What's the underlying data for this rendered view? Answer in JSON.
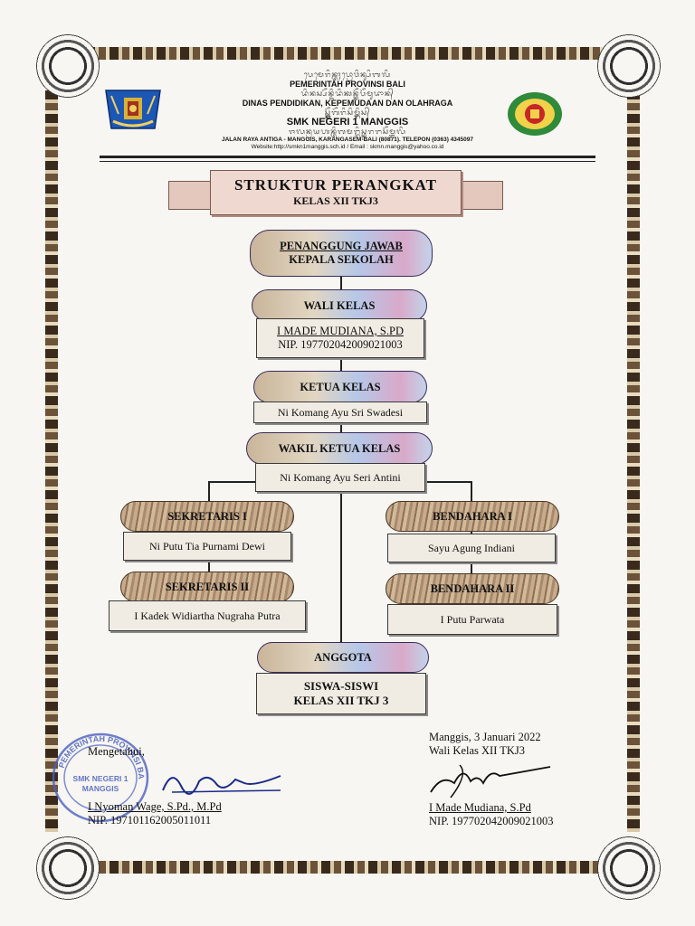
{
  "header": {
    "script_line_1": "ᬧᬾᬫᬾᬭᬶᬦ᭄ᬢᬄᬧ᭄ᬭᭀᬯᬶᬦ᭄ᬲᬶᬩᬮᬶ",
    "government": "PEMERINTAH PROVINSI BALI",
    "script_line_2": "ᬤᬶᬦᬲ᭄ᬧᭂᬦ᭄ᬤᬶᬤᬶᬓᬦ᭄ᬓᭂᬧᭂᬫᬸᬤᬵᬦ᭄",
    "department": "DINAS  PENDIDIKAN, KEPEMUDAAN DAN OLAHRAGA",
    "script_line_3": "ᬲ᭄ᬫ᭄ᬓ᭄ᬦᭂᬕᭂᬭᬶᬲᬶᬫ᭄ᬗ᭄ᬕᬶᬲ᭄",
    "school": "SMK NEGERI 1 MANGGIS",
    "script_line_4": "ᬚᬮᬦ᭄ᬭᬬᬳᬦ᭄ᬢᬶᬕᬫᬗ᭄ᬕᬶᬲ᭄ᬓᬭᬗᬲᭂᬫ᭄ᬩᬮᬶ",
    "address": "JALAN RAYA ANTIGA - MANGGIS, KARANGASEM-BALI (80871). TELEPON (0363) 4345097",
    "contact": "Website:http://smkn1manggis.sch.id / Email : skmn.manggis@yahoo.co.id"
  },
  "banner": {
    "title": "STRUKTUR PERANGKAT",
    "subtitle": "KELAS XII TKJ3"
  },
  "org": {
    "penanggung_line1": "PENANGGUNG JAWAB",
    "penanggung_line2": "KEPALA SEKOLAH",
    "wali_title": "WALI KELAS",
    "wali_name": "I MADE MUDIANA, S.PD",
    "wali_nip": "NIP. 197702042009021003",
    "ketua_title": "KETUA  KELAS",
    "ketua_name": "Ni Komang Ayu Sri Swadesi",
    "wakil_title": "WAKIL KETUA KELAS",
    "wakil_name": "Ni Komang Ayu Seri Antini",
    "sekretaris1_title": "SEKRETARIS I",
    "sekretaris1_name": "Ni Putu Tia Purnami Dewi",
    "sekretaris2_title": "SEKRETARIS II",
    "sekretaris2_name": "I Kadek Widiartha Nugraha Putra",
    "bendahara1_title": "BENDAHARA I",
    "bendahara1_name": "Sayu Agung Indiani",
    "bendahara2_title": "BENDAHARA II",
    "bendahara2_name": "I Putu Parwata",
    "anggota_title": "ANGGOTA",
    "anggota_line1": "SISWA-SISWI",
    "anggota_line2": "KELAS XII TKJ 3"
  },
  "signatures": {
    "left_label": "Mengetahui,",
    "left_name": "I Nyoman Wage, S.Pd., M.Pd",
    "left_nip": "NIP. 197101162005011011",
    "stamp_text_top": "PEMERINTAH PROVINSI BALI",
    "stamp_text_mid1": "SMK NEGERI 1",
    "stamp_text_mid2": "MANGGIS",
    "right_date": "Manggis, 3 Januari 2022",
    "right_label": "Wali Kelas XII TKJ3",
    "right_name": "I Made Mudiana, S.Pd",
    "right_nip": "NIP. 197702042009021003"
  },
  "colors": {
    "banner_fill": "#eed8cf",
    "box_fill": "#f1ece3",
    "stamp_blue": "#4a5fc1"
  }
}
